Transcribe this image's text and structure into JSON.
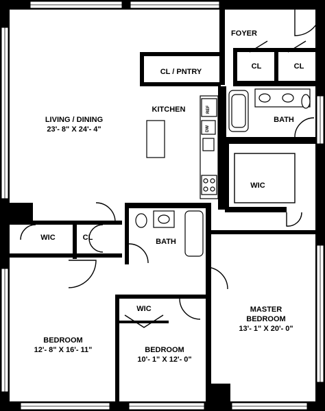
{
  "rooms": {
    "foyer": {
      "name": "FOYER"
    },
    "cl_pantry": {
      "name": "CL / PNTRY"
    },
    "cl_foyer_1": {
      "name": "CL"
    },
    "cl_foyer_2": {
      "name": "CL"
    },
    "kitchen": {
      "name": "KITCHEN"
    },
    "living_dining": {
      "name": "LIVING / DINING",
      "dims": "23'- 8\" X 24'- 4\""
    },
    "bath_master": {
      "name": "BATH"
    },
    "wic_master": {
      "name": "WIC"
    },
    "wic_bedroom1": {
      "name": "WIC"
    },
    "cl_bedroom1": {
      "name": "CL"
    },
    "bath_hall": {
      "name": "BATH"
    },
    "wic_bedroom2": {
      "name": "WIC"
    },
    "master_bedroom": {
      "name_line1": "MASTER",
      "name_line2": "BEDROOM",
      "dims": "13'- 1\" X 20'- 0\""
    },
    "bedroom1": {
      "name": "BEDROOM",
      "dims": "12'- 8\" X 16'- 11\""
    },
    "bedroom2": {
      "name": "BEDROOM",
      "dims": "10'- 1\" X 12'- 0\""
    }
  },
  "appliances": {
    "refrigerator": "REF",
    "dishwasher": "DW"
  },
  "colors": {
    "wall": "#000000",
    "background": "#ffffff"
  }
}
